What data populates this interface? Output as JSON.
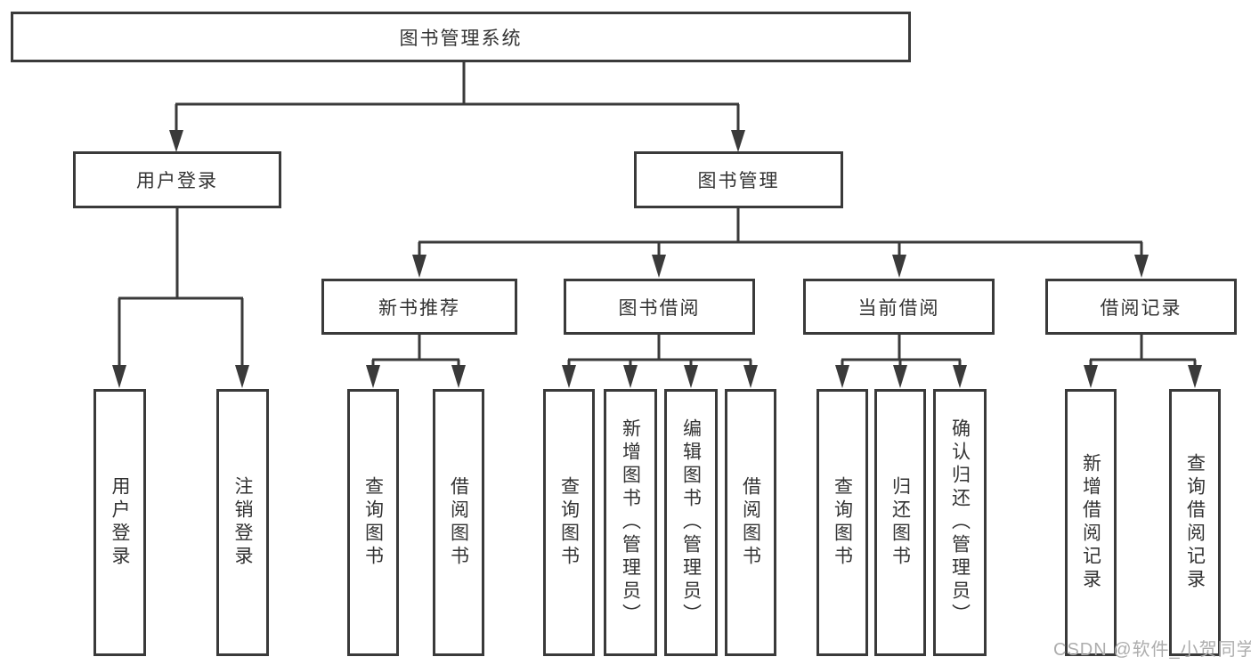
{
  "tree": {
    "root": {
      "label": "图书管理系统"
    },
    "branches": [
      {
        "label": "用户登录",
        "children": [
          {
            "label": "用户登录"
          },
          {
            "label": "注销登录"
          }
        ]
      },
      {
        "label": "图书管理",
        "children": [
          {
            "label": "新书推荐",
            "children": [
              {
                "label": "查询图书"
              },
              {
                "label": "借阅图书"
              }
            ]
          },
          {
            "label": "图书借阅",
            "children": [
              {
                "label": "查询图书"
              },
              {
                "label": "新增图书（管理员）"
              },
              {
                "label": "编辑图书（管理员）"
              },
              {
                "label": "借阅图书"
              }
            ]
          },
          {
            "label": "当前借阅",
            "children": [
              {
                "label": "查询图书"
              },
              {
                "label": "归还图书"
              },
              {
                "label": "确认归还（管理员）"
              }
            ]
          },
          {
            "label": "借阅记录",
            "children": [
              {
                "label": "新增借阅记录"
              },
              {
                "label": "查询借阅记录"
              }
            ]
          }
        ]
      }
    ]
  },
  "watermark": {
    "text": "CSDN @软件_小贺同学"
  },
  "colors": {
    "line": "#3a3a3a",
    "box_border": "#3a3a3a",
    "text": "#333333",
    "watermark": "#adadad",
    "background": "#ffffff"
  }
}
